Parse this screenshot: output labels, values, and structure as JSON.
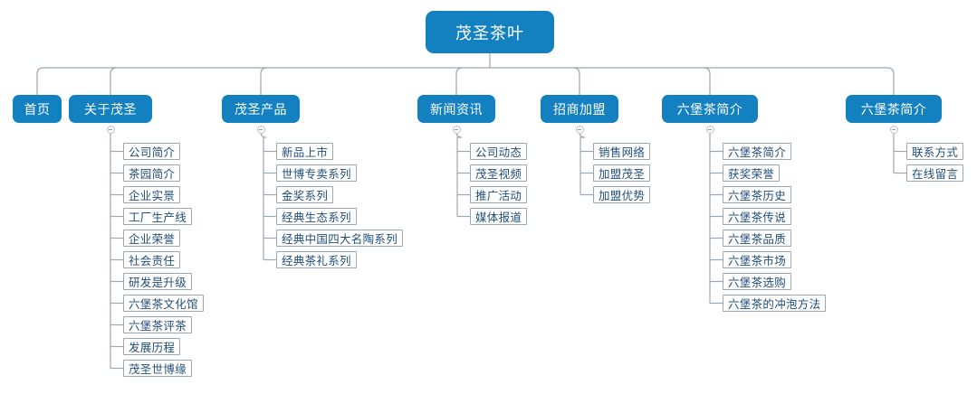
{
  "diagram": {
    "type": "sitemap-tree",
    "colors": {
      "node_blue": "#1380c0",
      "node_text": "#ffffff",
      "leaf_border": "#9aa7b4",
      "leaf_text": "#1f4e79",
      "connector": "#9aa7b4",
      "background": "#ffffff"
    },
    "root": {
      "label": "茂圣茶叶"
    },
    "branches": [
      {
        "label": "首页",
        "has_toggle": false,
        "children": []
      },
      {
        "label": "关于茂圣",
        "has_toggle": true,
        "children": [
          {
            "label": "公司简介"
          },
          {
            "label": "茶园简介"
          },
          {
            "label": "企业实景"
          },
          {
            "label": "工厂生产线"
          },
          {
            "label": "企业荣誉"
          },
          {
            "label": "社会责任"
          },
          {
            "label": "研发是升级"
          },
          {
            "label": "六堡茶文化馆"
          },
          {
            "label": "六堡茶评茶"
          },
          {
            "label": "发展历程"
          },
          {
            "label": "茂圣世博缘"
          }
        ]
      },
      {
        "label": "茂圣产品",
        "has_toggle": true,
        "children": [
          {
            "label": "新品上市"
          },
          {
            "label": "世博专卖系列"
          },
          {
            "label": "金奖系列"
          },
          {
            "label": "经典生态系列"
          },
          {
            "label": "经典中国四大名陶系列"
          },
          {
            "label": "经典茶礼系列"
          }
        ]
      },
      {
        "label": "新闻资讯",
        "has_toggle": true,
        "children": [
          {
            "label": "公司动态"
          },
          {
            "label": "茂圣视频"
          },
          {
            "label": "推广活动"
          },
          {
            "label": "媒体报道"
          }
        ]
      },
      {
        "label": "招商加盟",
        "has_toggle": true,
        "children": [
          {
            "label": "销售网络"
          },
          {
            "label": "加盟茂圣"
          },
          {
            "label": "加盟优势"
          }
        ]
      },
      {
        "label": "六堡茶简介",
        "has_toggle": true,
        "children": [
          {
            "label": "六堡茶简介"
          },
          {
            "label": "获奖荣誉"
          },
          {
            "label": "六堡茶历史"
          },
          {
            "label": "六堡茶传说"
          },
          {
            "label": "六堡茶品质"
          },
          {
            "label": "六堡茶市场"
          },
          {
            "label": "六堡茶选购"
          },
          {
            "label": "六堡茶的冲泡方法"
          }
        ]
      },
      {
        "label": "六堡茶简介",
        "has_toggle": true,
        "children": [
          {
            "label": "联系方式"
          },
          {
            "label": "在线留言"
          }
        ]
      }
    ]
  }
}
